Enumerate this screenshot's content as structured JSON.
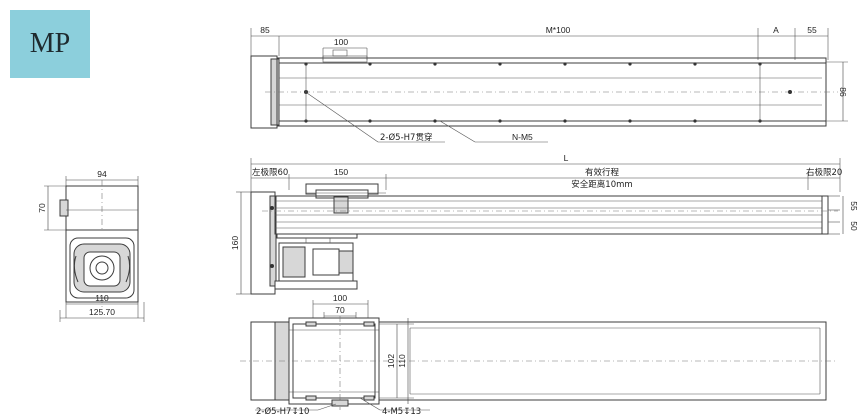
{
  "badge": {
    "label": "MP",
    "color": "#8ccfdc"
  },
  "top_view": {
    "dim_85": "85",
    "dim_100": "100",
    "dim_m100": "M*100",
    "dim_a": "A",
    "dim_55": "55",
    "dim_86": "86",
    "callout_pin_hole": "2-Ø5-H7贯穿",
    "callout_nm5": "N-M5"
  },
  "front_view": {
    "dim_l": "L",
    "left_limit": "左极限60",
    "dim_150": "150",
    "stroke_label": "有效行程",
    "safety_label": "安全距离10mm",
    "right_limit": "右极限20",
    "dim_160": "160",
    "dim_55a": "55",
    "dim_50": "50"
  },
  "end_view": {
    "dim_94": "94",
    "dim_70": "70",
    "dim_110": "110",
    "dim_125_70": "125.70"
  },
  "bottom_view": {
    "dim_100": "100",
    "dim_70": "70",
    "dim_102": "102",
    "dim_110": "110",
    "callout_pin": "2-Ø5-H7↧10",
    "callout_m5": "4-M5↧13"
  }
}
